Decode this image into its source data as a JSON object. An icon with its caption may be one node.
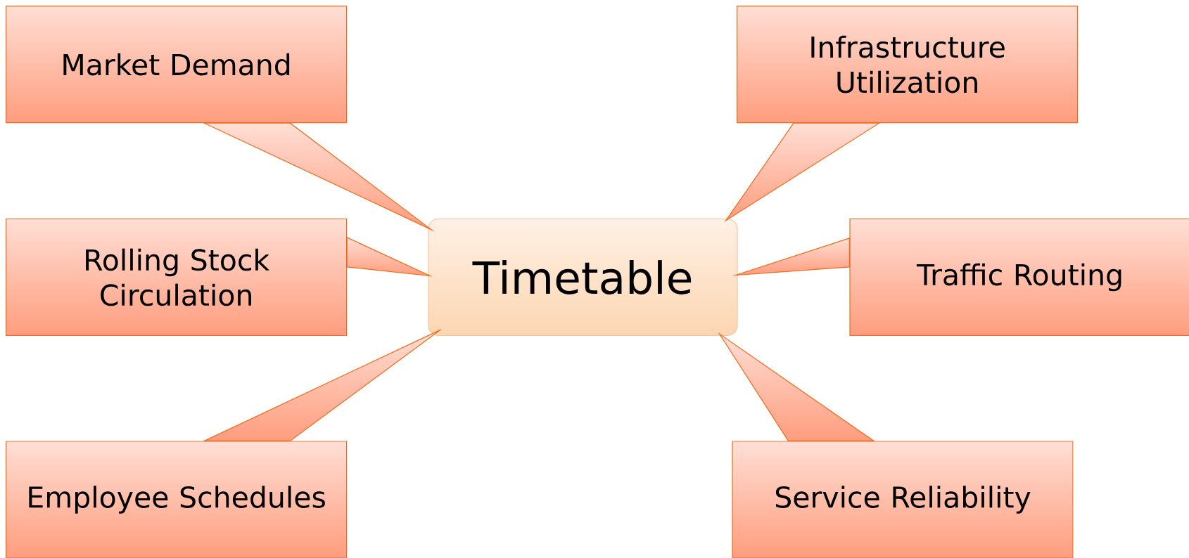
{
  "diagram": {
    "nodes": [
      {
        "text": [
          "Market Demand"
        ]
      },
      {
        "text": [
          "Infrastructure Utilization"
        ]
      },
      {
        "text": [
          "Rolling Stock Circulation"
        ]
      },
      {
        "text": [
          "Timetable"
        ]
      },
      {
        "text": [
          "Traffic Routing"
        ]
      },
      {
        "text": [
          "Employee Schedules"
        ]
      },
      {
        "text": [
          "Service Reliability"
        ]
      }
    ],
    "edges": [
      {
        "from": 0,
        "to": 3,
        "arrow": "none"
      },
      {
        "from": 1,
        "to": 3,
        "arrow": "none"
      },
      {
        "from": 2,
        "to": 3,
        "arrow": "none"
      },
      {
        "from": 4,
        "to": 3,
        "arrow": "none"
      },
      {
        "from": 5,
        "to": 3,
        "arrow": "none"
      },
      {
        "from": 6,
        "to": 3,
        "arrow": "none"
      }
    ]
  }
}
